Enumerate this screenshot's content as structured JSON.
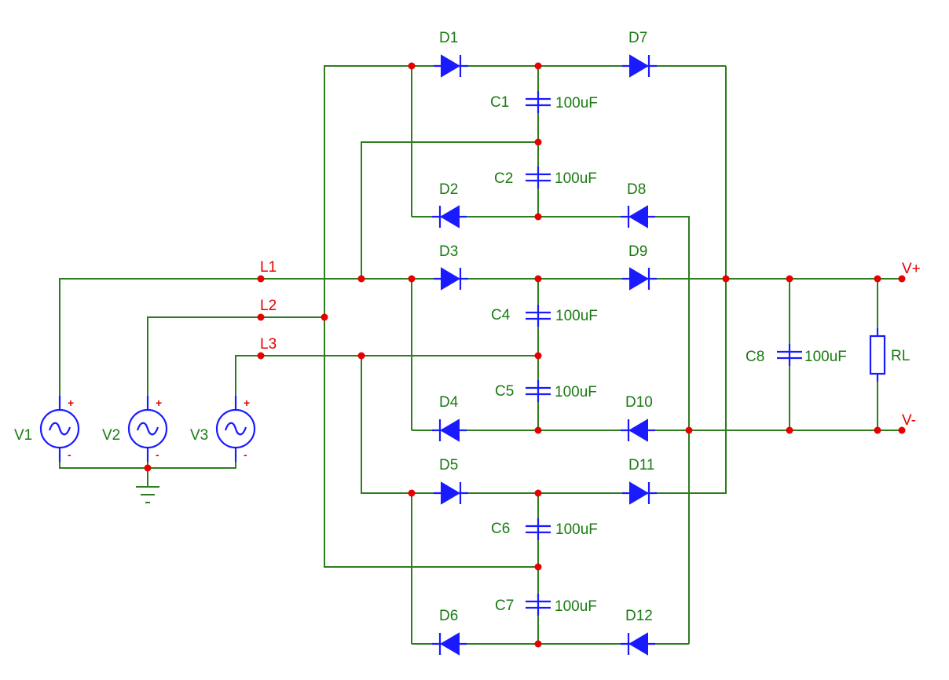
{
  "colors": {
    "wire": "#2e7d1f",
    "component": "#1a1aff",
    "node": "#e60000",
    "label": "#1a7a12",
    "net": "#e60000"
  },
  "nets": {
    "l1": "L1",
    "l2": "L2",
    "l3": "L3",
    "vplus": "V+",
    "vminus": "V-"
  },
  "sources": [
    {
      "id": "v1",
      "label": "V1",
      "plus": "+",
      "minus": "-"
    },
    {
      "id": "v2",
      "label": "V2",
      "plus": "+",
      "minus": "-"
    },
    {
      "id": "v3",
      "label": "V3",
      "plus": "+",
      "minus": "-"
    }
  ],
  "diodes": [
    "D1",
    "D2",
    "D3",
    "D4",
    "D5",
    "D6",
    "D7",
    "D8",
    "D9",
    "D10",
    "D11",
    "D12"
  ],
  "capacitors": [
    {
      "ref": "C1",
      "value": "100uF"
    },
    {
      "ref": "C2",
      "value": "100uF"
    },
    {
      "ref": "C4",
      "value": "100uF"
    },
    {
      "ref": "C5",
      "value": "100uF"
    },
    {
      "ref": "C6",
      "value": "100uF"
    },
    {
      "ref": "C7",
      "value": "100uF"
    },
    {
      "ref": "C8",
      "value": "100uF"
    }
  ],
  "resistor": {
    "ref": "RL"
  }
}
